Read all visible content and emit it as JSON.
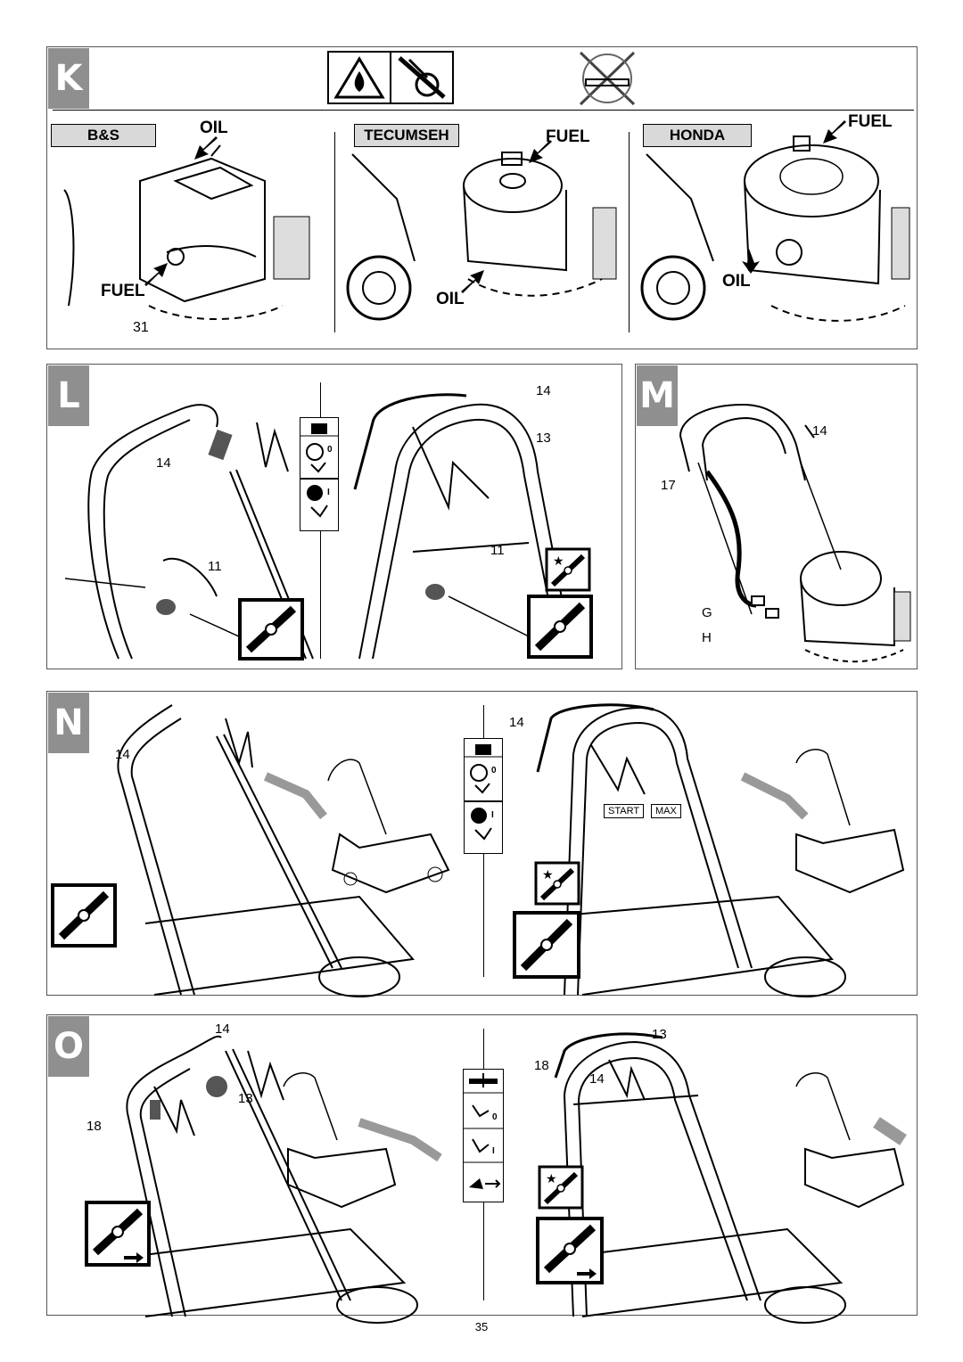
{
  "page_number": "35",
  "sections": {
    "k": {
      "letter": "K",
      "bs": {
        "engine": "B&S",
        "oil": "OIL",
        "fuel": "FUEL",
        "ref": "31"
      },
      "tecumseh": {
        "engine": "TECUMSEH",
        "fuel": "FUEL",
        "oil": "OIL"
      },
      "honda": {
        "engine": "HONDA",
        "fuel": "FUEL",
        "oil": "OIL"
      }
    },
    "l": {
      "letter": "L",
      "refs": [
        "14",
        "11",
        "14",
        "13",
        "11"
      ]
    },
    "m": {
      "letter": "M",
      "refs": [
        "14",
        "17",
        "G",
        "H"
      ]
    },
    "n": {
      "letter": "N",
      "refs": [
        "14",
        "14"
      ],
      "start": "START",
      "max": "MAX"
    },
    "o": {
      "letter": "O",
      "refs": [
        "14",
        "13",
        "18",
        "13",
        "18",
        "14"
      ]
    }
  },
  "symbols": {
    "zero": "0",
    "one": "I"
  }
}
